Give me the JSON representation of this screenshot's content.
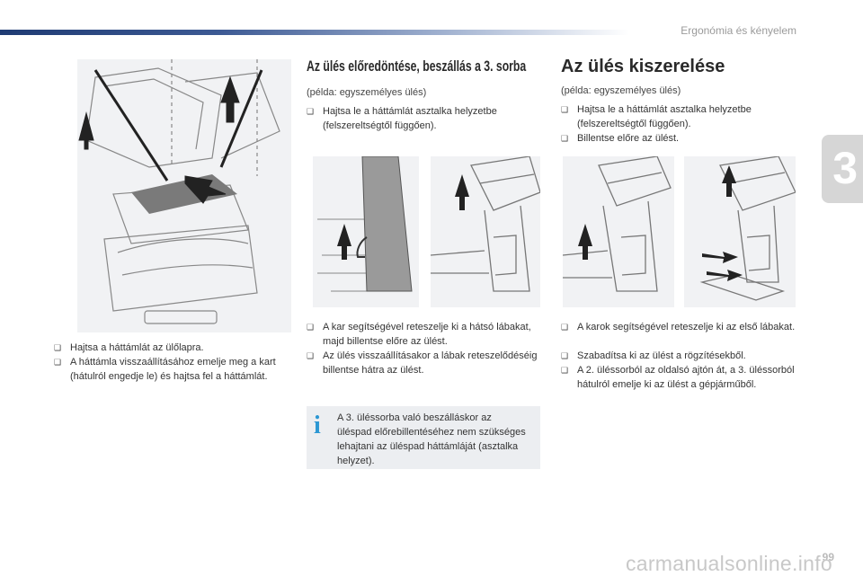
{
  "header": {
    "chapter_title": "Ergonómia és kényelem",
    "chapter_number": "3"
  },
  "left": {
    "items": [
      "Hajtsa a háttámlát az ülőlapra.",
      "A háttámla visszaállításához emelje meg a kart (hátulról engedje le) és hajtsa fel a háttámlát."
    ]
  },
  "middle": {
    "heading": "Az ülés előredöntése, beszállás a 3. sorba",
    "note": "(példa: egyszemélyes ülés)",
    "items_top": [
      "Hajtsa le a háttámlát asztalka helyzetbe (felszereltségtől függően)."
    ],
    "items_bottom": [
      "A kar segítségével reteszelje ki a hátsó lábakat, majd billentse előre az ülést.",
      "Az ülés visszaállításakor a lábak reteszelődéséig billentse hátra az ülést."
    ],
    "info_icon": "i",
    "info_text": "A 3. üléssorba való beszálláskor az üléspad előrebillentéséhez nem szükséges lehajtani az üléspad háttámláját (asztalka helyzet)."
  },
  "right": {
    "heading": "Az ülés kiszerelése",
    "note": "(példa: egyszemélyes ülés)",
    "items_top": [
      "Hajtsa le a háttámlát asztalka helyzetbe (felszereltségtől függően).",
      "Billentse előre az ülést."
    ],
    "items_bottom": [
      "A karok segítségével reteszelje ki az első lábakat.",
      "Szabadítsa ki az ülést a rögzítésekből.",
      "A 2. üléssorból az oldalsó ajtón át, a 3. üléssorból hátulról emelje ki az ülést a gépjárműből."
    ]
  },
  "footer": {
    "page_number": "99",
    "watermark": "carmanualsonline.info"
  },
  "colors": {
    "accent": "#1f3b73",
    "info_blue": "#2c97d3",
    "arrow": "#222222"
  },
  "bullet_glyph": "❑"
}
